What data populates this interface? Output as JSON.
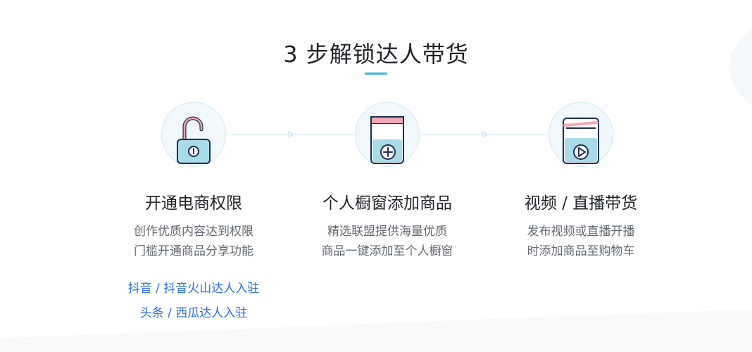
{
  "section": {
    "title": "3 步解锁达人带货"
  },
  "steps": [
    {
      "icon": "unlock-icon",
      "title": "开通电商权限",
      "desc": [
        "创作优质内容达到权限",
        "门槛开通商品分享功能"
      ]
    },
    {
      "icon": "add-product-icon",
      "title": "个人橱窗添加商品",
      "desc": [
        "精选联盟提供海量优质",
        "商品一键添加至个人橱窗"
      ]
    },
    {
      "icon": "video-play-icon",
      "title": "视频 / 直播带货",
      "desc": [
        "发布视频或直播开播",
        "时添加商品至购物车"
      ]
    }
  ],
  "links": [
    "抖音 / 抖音火山达人入驻",
    "头条 / 西瓜达人入驻"
  ],
  "colors": {
    "accent": "#35b6d8",
    "link": "#2f6fe0",
    "pink": "#f4a7b6",
    "navy": "#1e2d4f",
    "icon_fill": "#a8dbea"
  }
}
